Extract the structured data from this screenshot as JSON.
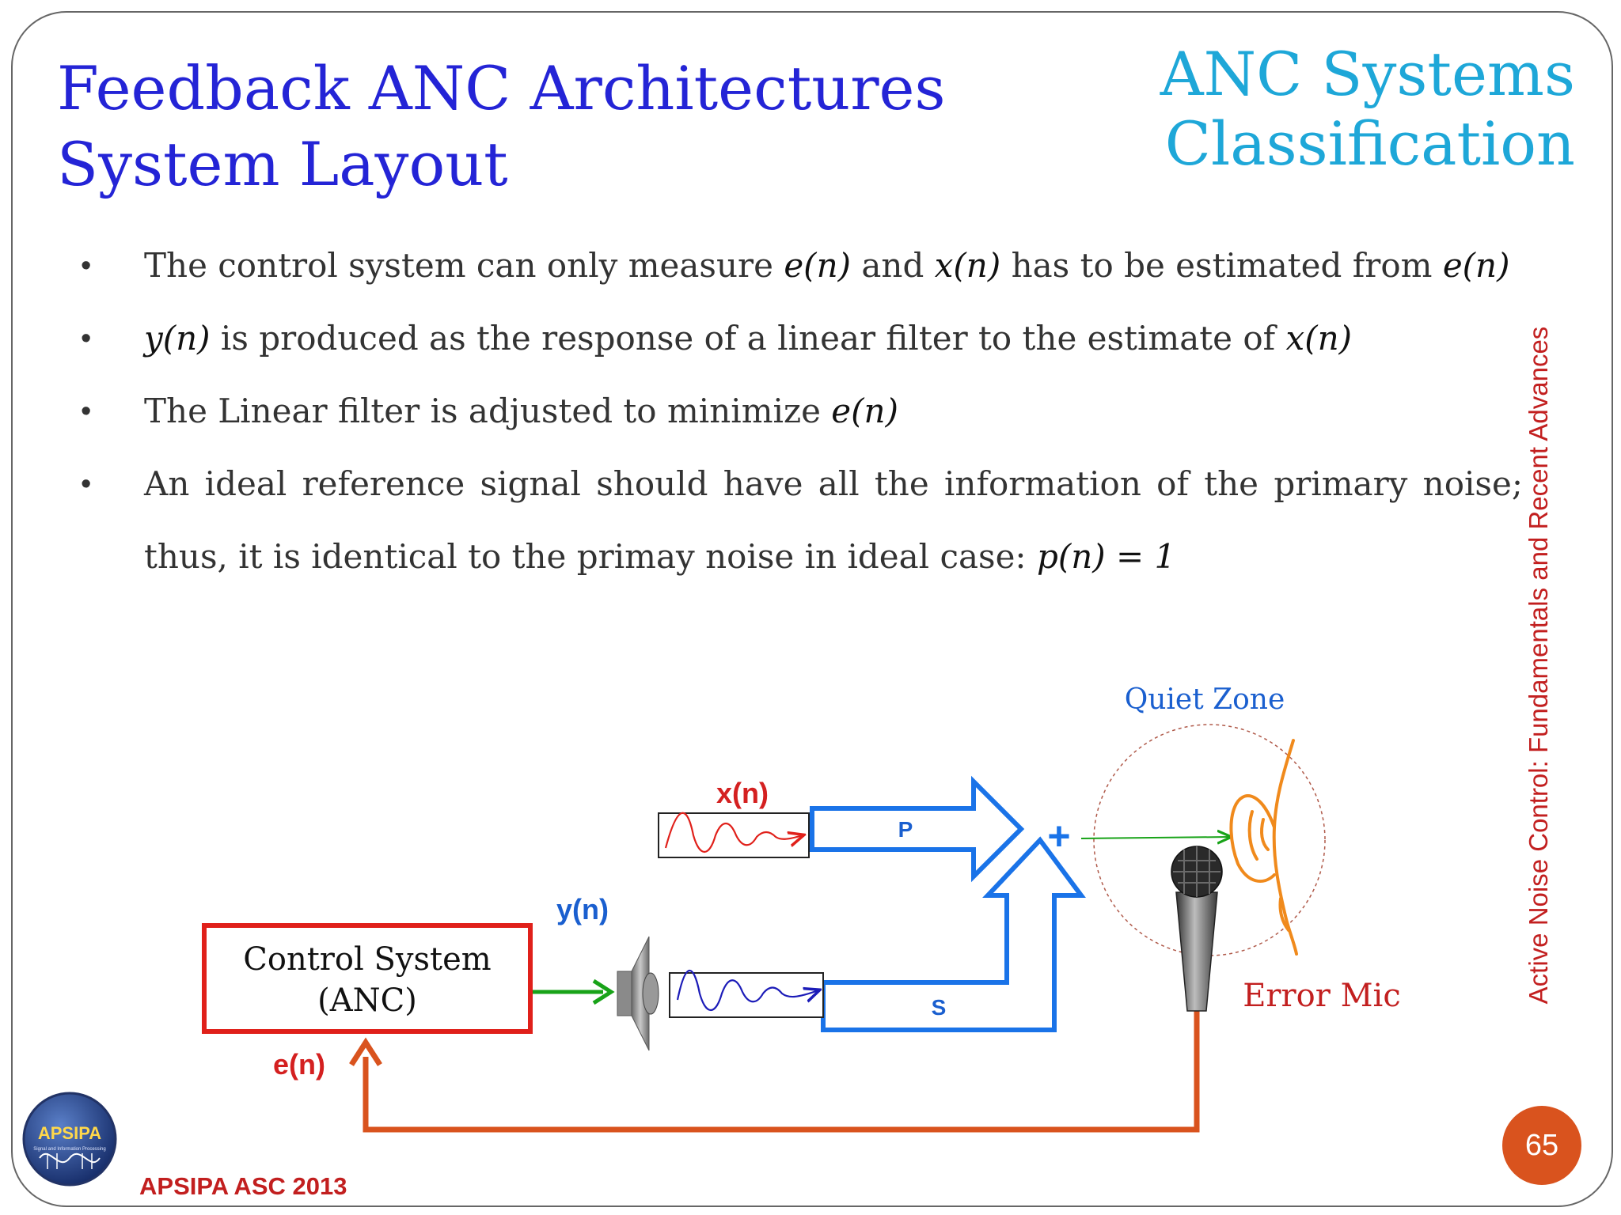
{
  "slide": {
    "title_line1": "Feedback ANC Architectures",
    "title_line2": "System Layout",
    "section_line1": "ANC Systems",
    "section_line2": "Classification",
    "side_text": "Active Noise Control: Fundamentals and Recent Advances",
    "footer": "APSIPA ASC 2013",
    "page_number": "65",
    "logo_text": "APSIPA",
    "logo_subtitle": "Signal and Information Processing"
  },
  "bullets": [
    {
      "marker": "•",
      "part1": "The control system can only measure ",
      "math1": "e(n)",
      "part2": " and ",
      "math2": "x(n)",
      "part3": " has to be estimated from ",
      "math3": "e(n)"
    },
    {
      "marker": "•",
      "math1": "y(n)",
      "part1": " is produced as the response of a linear filter to the estimate of ",
      "math2": "x(n)"
    },
    {
      "marker": "•",
      "part1": "The Linear filter is adjusted to minimize ",
      "math1": "e(n)"
    },
    {
      "marker": "•",
      "part1": "An ideal reference signal should have all the information of the primary noise; thus, it is identical to the primay noise in ideal case: ",
      "math1": "p(n) = 1"
    }
  ],
  "diagram": {
    "quiet_zone": "Quiet Zone",
    "xn": "x(n)",
    "yn": "y(n)",
    "en": "e(n)",
    "p_label": "P",
    "s_label": "S",
    "plus": "+",
    "control_line1": "Control System",
    "control_line2": "(ANC)",
    "error_mic": "Error Mic"
  },
  "colors": {
    "title": "#2424d6",
    "section": "#1ea7d8",
    "accent_red": "#c21f1f",
    "path_blue": "#1a73e8",
    "feedback_orange": "#d9531e",
    "signal_green": "#18a318"
  }
}
